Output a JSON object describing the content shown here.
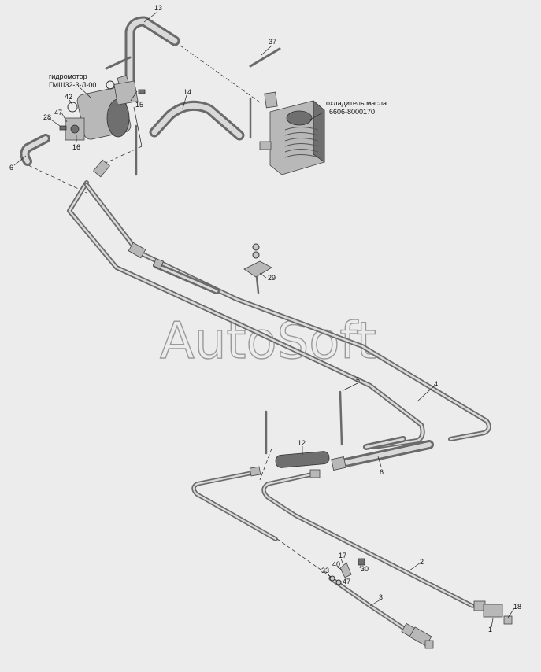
{
  "watermark": "AutoSoft",
  "components": {
    "hydromotor": {
      "line1": "гидромотор",
      "line2": "ГМШ32-3-Л-00"
    },
    "oil_cooler": {
      "line1": "охладитель масла",
      "line2": "6606-8000170"
    }
  },
  "callouts": {
    "c13": "13",
    "c37": "37",
    "c15": "15",
    "c14": "14",
    "c42": "42",
    "c28": "28",
    "c47a": "47",
    "c16": "16",
    "c6a": "6",
    "c29": "29",
    "c5": "5",
    "c4": "4",
    "c12": "12",
    "c6b": "6",
    "c17": "17",
    "c40": "40",
    "c30": "30",
    "c33": "33",
    "c47b": "47",
    "c2": "2",
    "c3": "3",
    "c18": "18",
    "c1": "1"
  }
}
